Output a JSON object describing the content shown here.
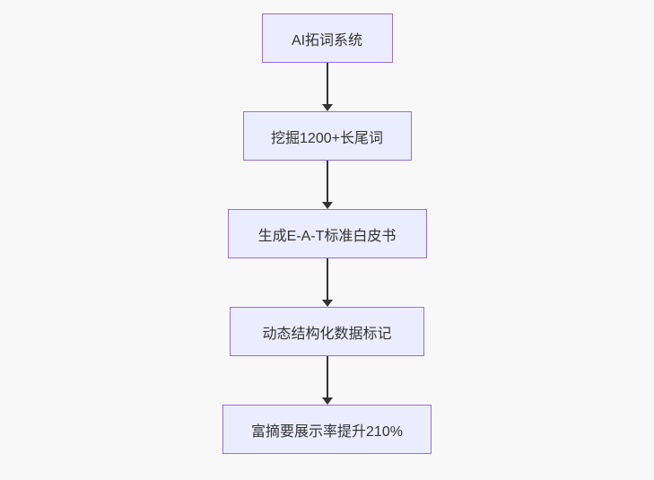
{
  "flowchart": {
    "type": "flowchart-top-down",
    "nodes": [
      {
        "id": "step-1",
        "label": "AI拓词系统"
      },
      {
        "id": "step-2",
        "label": "挖掘1200+长尾词"
      },
      {
        "id": "step-3",
        "label": "生成E-A-T标准白皮书"
      },
      {
        "id": "step-4",
        "label": "动态结构化数据标记"
      },
      {
        "id": "step-5",
        "label": "富摘要展示率提升210%"
      }
    ],
    "edges": [
      {
        "from": "step-1",
        "to": "step-2"
      },
      {
        "from": "step-2",
        "to": "step-3"
      },
      {
        "from": "step-3",
        "to": "step-4"
      },
      {
        "from": "step-4",
        "to": "step-5"
      }
    ],
    "colors": {
      "background": "#F8F8F8",
      "node_fill": "#ECECFF",
      "node_border": "#9370DB",
      "text": "#333333",
      "arrow": "#333333"
    }
  }
}
